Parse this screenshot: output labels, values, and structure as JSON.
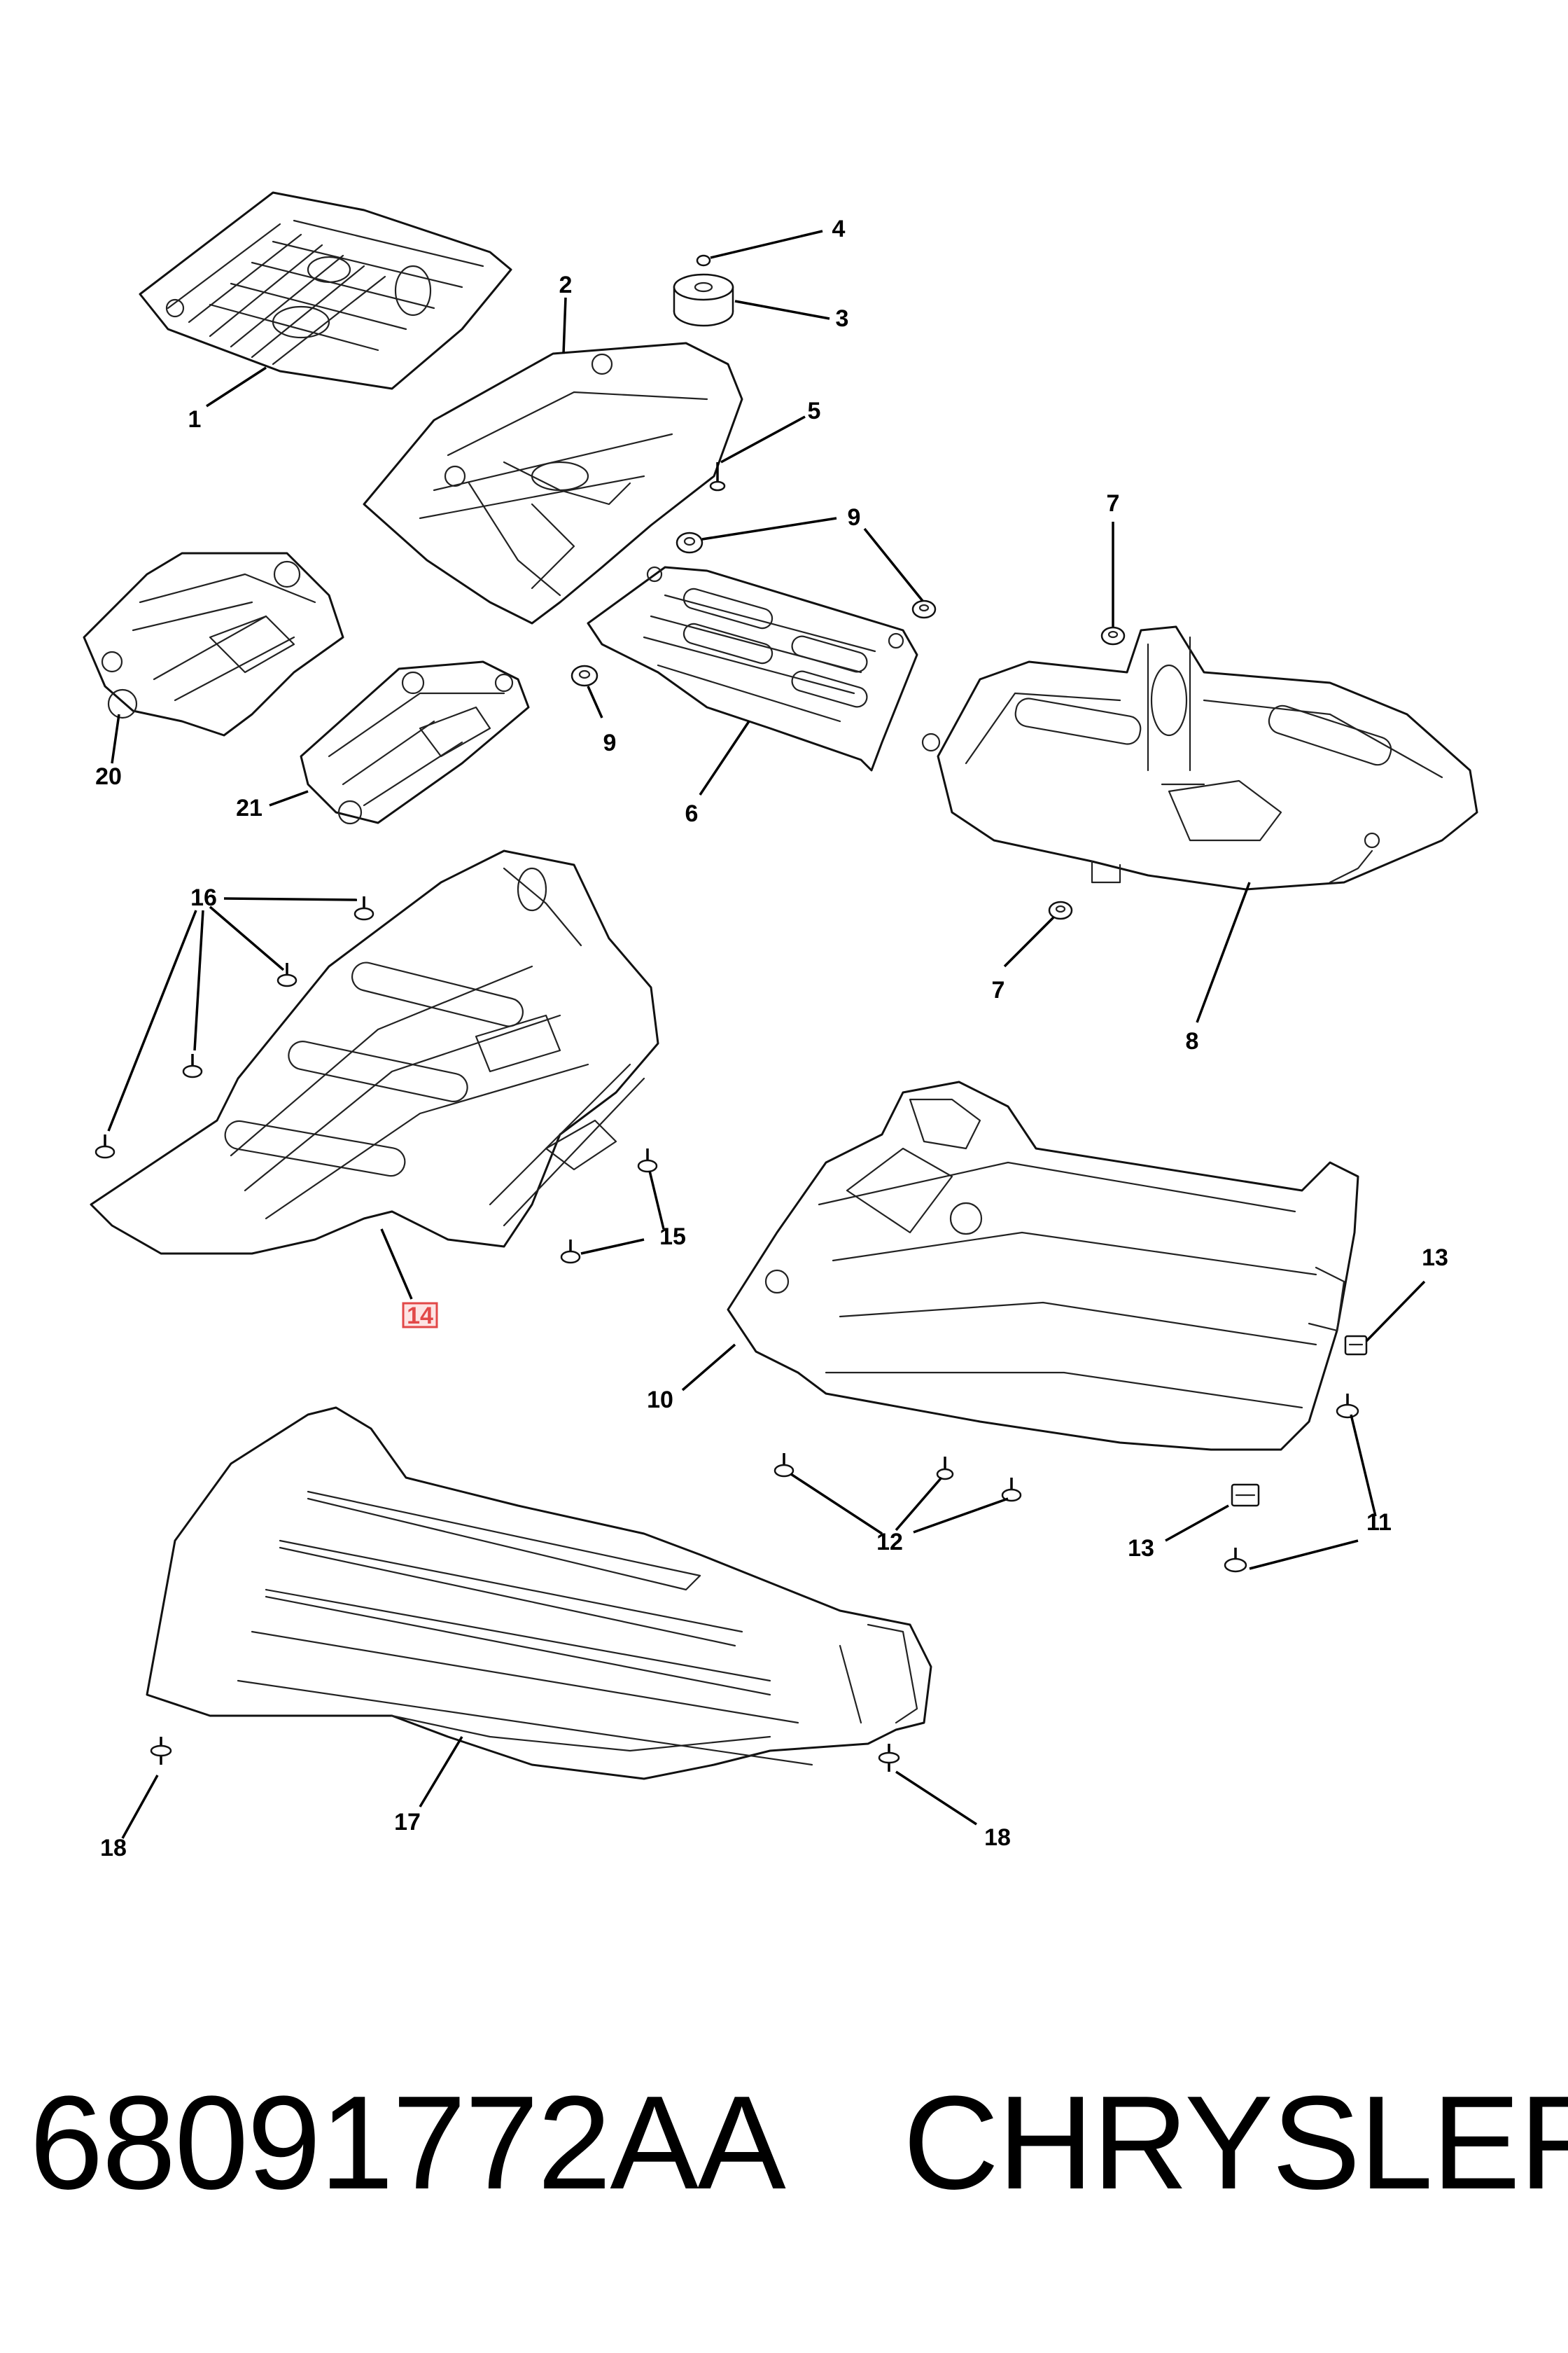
{
  "callouts": {
    "c1": "1",
    "c2": "2",
    "c3": "3",
    "c4": "4",
    "c5": "5",
    "c6": "6",
    "c7a": "7",
    "c7b": "7",
    "c8": "8",
    "c9a": "9",
    "c9b": "9",
    "c10": "10",
    "c11": "11",
    "c12": "12",
    "c13a": "13",
    "c13b": "13",
    "c14": "14",
    "c15": "15",
    "c16": "16",
    "c17": "17",
    "c18a": "18",
    "c18b": "18",
    "c20": "20",
    "c21": "21"
  },
  "highlight_color": "#e24848",
  "footer": {
    "part_number": "68091772AA",
    "brand": "CHRYSLER"
  }
}
